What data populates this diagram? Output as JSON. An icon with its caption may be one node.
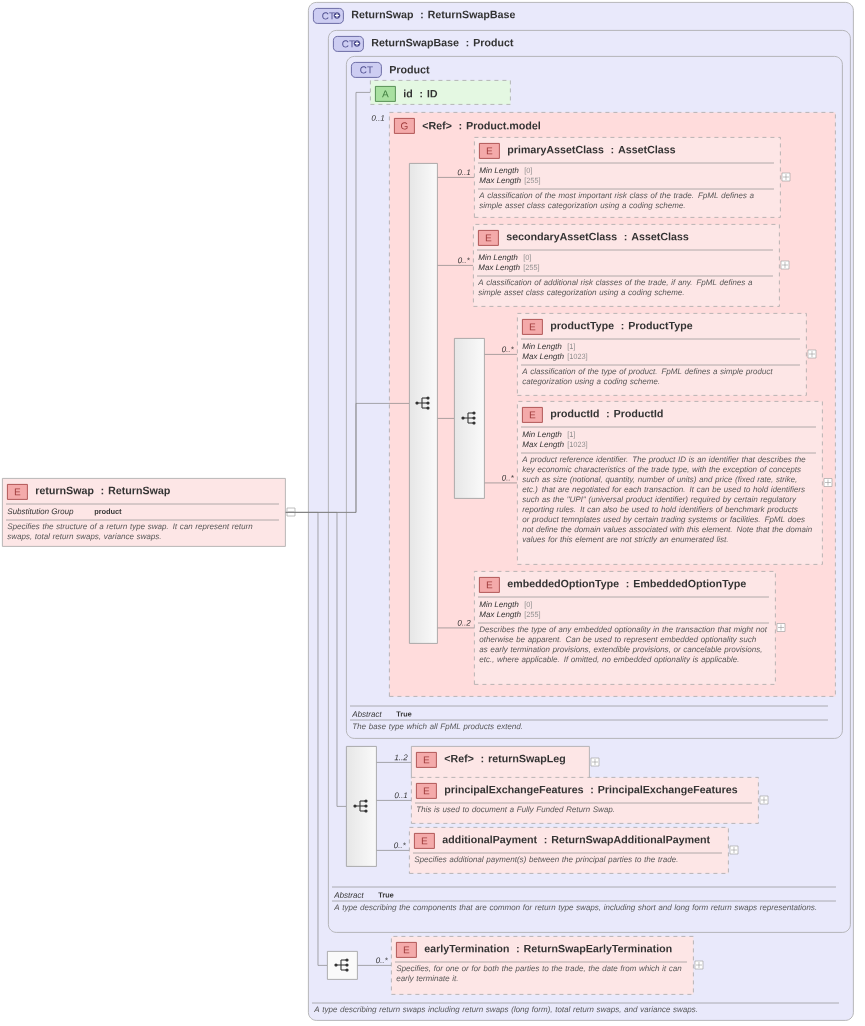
{
  "diagram": {
    "nodes": [
      {
        "text": [
          "E",
          "returnSwap",
          ": ReturnSwap",
          "Substitution Group",
          "product",
          "Specifies the structure of a return type swap. It can represent return swaps, total return swaps, variance swaps."
        ]
      },
      {
        "text": [
          "CT",
          "ReturnSwap",
          ": ReturnSwapBase",
          "A type describing return swaps including return swaps (long form), total return swaps, and variance swaps."
        ]
      },
      {
        "text": [
          "CT",
          "ReturnSwapBase",
          ": Product",
          "Abstract",
          "True",
          "A type describing the components that are common for return type swaps, including short and long form return swaps representations."
        ],
        "in": 1
      },
      {
        "text": [
          "CT",
          "Product",
          "Abstract",
          "True",
          "The base type which all FpML products extend."
        ],
        "in": 2
      },
      {
        "text": [
          "A",
          "id",
          ": ID"
        ],
        "in": 3
      },
      {
        "text": [
          "G",
          "<Ref>",
          ": Product.model"
        ],
        "in": 3,
        "beside": [
          "0..1"
        ]
      },
      {
        "text": [],
        "shape": "bar",
        "in": 5
      },
      {
        "text": [
          "E",
          "primaryAssetClass",
          ": AssetClass",
          "Min Length",
          "[0]",
          "Max Length",
          "[255]",
          "A classification of the most important risk class of the trade. FpML defines a simple asset class categorization using a coding scheme."
        ],
        "in": 5
      },
      {
        "text": [
          "E",
          "secondaryAssetClass",
          ": AssetClass",
          "Min Length",
          "[0]",
          "Max Length",
          "[255]",
          "A classification of additional risk classes of the trade, if any. FpML defines a simple asset class categorization using a coding scheme."
        ],
        "in": 5
      },
      {
        "text": [],
        "shape": "bar",
        "in": 5
      },
      {
        "text": [
          "E",
          "productType",
          ": ProductType",
          "Min Length",
          "[1]",
          "Max Length",
          "[1023]",
          "A classification of the type of product. FpML defines a simple product categorization using a coding scheme."
        ],
        "in": 5
      },
      {
        "text": [
          "E",
          "productId",
          ": ProductId",
          "Min Length",
          "[1]",
          "Max Length",
          "[1023]",
          "A product reference identifier. The product ID is an identifier that describes the key economic characteristics of the trade type, with the exception of concepts such as size (notional, quantity, number of units) and price (fixed rate, strike, etc.) that are negotiated for each transaction. It can be used to hold identifiers such as the \"UPI\" (universal product identifier) required by certain regulatory reporting rules. It can also be used to hold identifiers of benchmark products or product temnplates used by certain trading systems or facilities. FpML does not define the domain values associated with this element. Note that the domain values for this element are not strictly an enumerated list."
        ],
        "in": 5
      },
      {
        "text": [
          "E",
          "embeddedOptionType",
          ": EmbeddedOptionType",
          "Min Length",
          "[0]",
          "Max Length",
          "[255]",
          "Describes the type of any embedded optionality in the transaction that might not otherwise be apparent. Can be used to represent embedded optionality such as early termination provisions, extendible provisions, or cancelable provisions, etc., where applicable. If omitted, no embedded optionality is applicable."
        ],
        "in": 5
      },
      {
        "text": [],
        "shape": "bar",
        "in": 2
      },
      {
        "text": [
          "E",
          "<Ref>",
          ": returnSwapLeg"
        ],
        "in": 2
      },
      {
        "text": [
          "E",
          "principalExchangeFeatures",
          ": PrincipalExchangeFeatures",
          "This is used to document a Fully Funded Return Swap."
        ],
        "in": 2
      },
      {
        "text": [
          "E",
          "additionalPayment",
          ": ReturnSwapAdditionalPayment",
          "Specifies additional payment(s) between the principal parties to the trade."
        ],
        "in": 2
      },
      {
        "text": [],
        "shape": "box",
        "in": 1
      },
      {
        "text": [
          "E",
          "earlyTermination",
          ": ReturnSwapEarlyTermination",
          "Specifies, for one or for both the parties to the trade, the date from which it can early terminate it."
        ],
        "in": 1
      }
    ],
    "edges": [
      {
        "from": 0,
        "to": 4,
        "arrow": "none"
      },
      {
        "from": 0,
        "to": 6,
        "arrow": "none"
      },
      {
        "from": 0,
        "to": 13,
        "arrow": "none"
      },
      {
        "from": 0,
        "to": 17,
        "arrow": "none"
      },
      {
        "from": 6,
        "to": 7,
        "arrow": "none",
        "label": "0..1"
      },
      {
        "from": 6,
        "to": 8,
        "arrow": "none",
        "label": "0..*"
      },
      {
        "from": 6,
        "to": 9,
        "arrow": "none"
      },
      {
        "from": 9,
        "to": 10,
        "arrow": "none",
        "label": "0..*"
      },
      {
        "from": 9,
        "to": 11,
        "arrow": "none",
        "label": "0..*"
      },
      {
        "from": 6,
        "to": 12,
        "arrow": "none",
        "label": "0..2"
      },
      {
        "from": 13,
        "to": 14,
        "arrow": "none",
        "label": "1..2"
      },
      {
        "from": 13,
        "to": 15,
        "arrow": "none",
        "label": "0..1"
      },
      {
        "from": 13,
        "to": 16,
        "arrow": "none",
        "label": "0..*"
      },
      {
        "from": 17,
        "to": 18,
        "arrow": "none",
        "label": "0..*"
      }
    ]
  }
}
